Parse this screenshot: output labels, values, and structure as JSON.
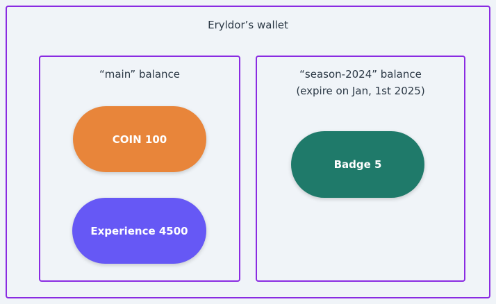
{
  "wallet": {
    "title": "Eryldor’s wallet"
  },
  "balances": [
    {
      "title": "“main” balance",
      "subtitle": "",
      "items": [
        {
          "label": "COIN 100",
          "color": "#e8853a"
        },
        {
          "label": "Experience 4500",
          "color": "#6658f5"
        }
      ]
    },
    {
      "title": "“season-2024” balance",
      "subtitle": "(expire on Jan, 1st 2025)",
      "items": [
        {
          "label": "Badge 5",
          "color": "#1f7a6a"
        }
      ]
    }
  ],
  "colors": {
    "border": "#8a2be2",
    "background": "#f0f4f8",
    "text": "#2a3744"
  }
}
